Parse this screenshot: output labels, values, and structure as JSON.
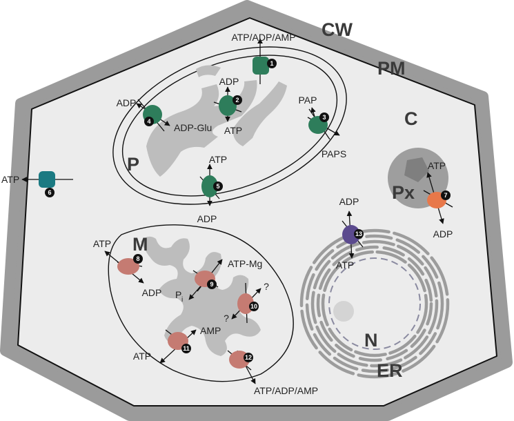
{
  "compartments": {
    "cell_wall": "CW",
    "plasma_membrane": "PM",
    "cytosol": "C",
    "plastid": "P",
    "peroxisome": "Px",
    "mitochondrion": "M",
    "nucleus": "N",
    "endoplasmic_reticulum": "ER"
  },
  "transporters": [
    {
      "number": "1",
      "labels": [
        "ATP/ADP/AMP"
      ]
    },
    {
      "number": "2",
      "labels": [
        "ADP",
        "ATP"
      ]
    },
    {
      "number": "3",
      "labels": [
        "PAP",
        "PAPS"
      ]
    },
    {
      "number": "4",
      "labels": [
        "ADP",
        "ADP-Glu"
      ]
    },
    {
      "number": "5",
      "labels": [
        "ATP",
        "ADP"
      ]
    },
    {
      "number": "6",
      "labels": [
        "ATP"
      ]
    },
    {
      "number": "7",
      "labels": [
        "ATP",
        "ADP"
      ]
    },
    {
      "number": "8",
      "labels": [
        "ATP",
        "ADP"
      ]
    },
    {
      "number": "9",
      "labels": [
        "ATP-Mg",
        "P"
      ],
      "subscript": "i"
    },
    {
      "number": "10",
      "labels": [
        "?",
        "?"
      ]
    },
    {
      "number": "11",
      "labels": [
        "AMP",
        "ATP"
      ]
    },
    {
      "number": "12",
      "labels": [
        "ATP/ADP/AMP"
      ]
    },
    {
      "number": "13",
      "labels": [
        "ADP",
        "ATP"
      ]
    }
  ],
  "colors": {
    "cell_wall": "#9b9b9b",
    "cytoplasm": "#ececec",
    "organelle_gray": "#bdbdbd",
    "plastid_transporter": "#2e7d5b",
    "pm_transporter": "#1b7a82",
    "peroxisome_transporter": "#e8784a",
    "mito_transporter": "#c57b72",
    "er_transporter": "#5b4a8e"
  }
}
